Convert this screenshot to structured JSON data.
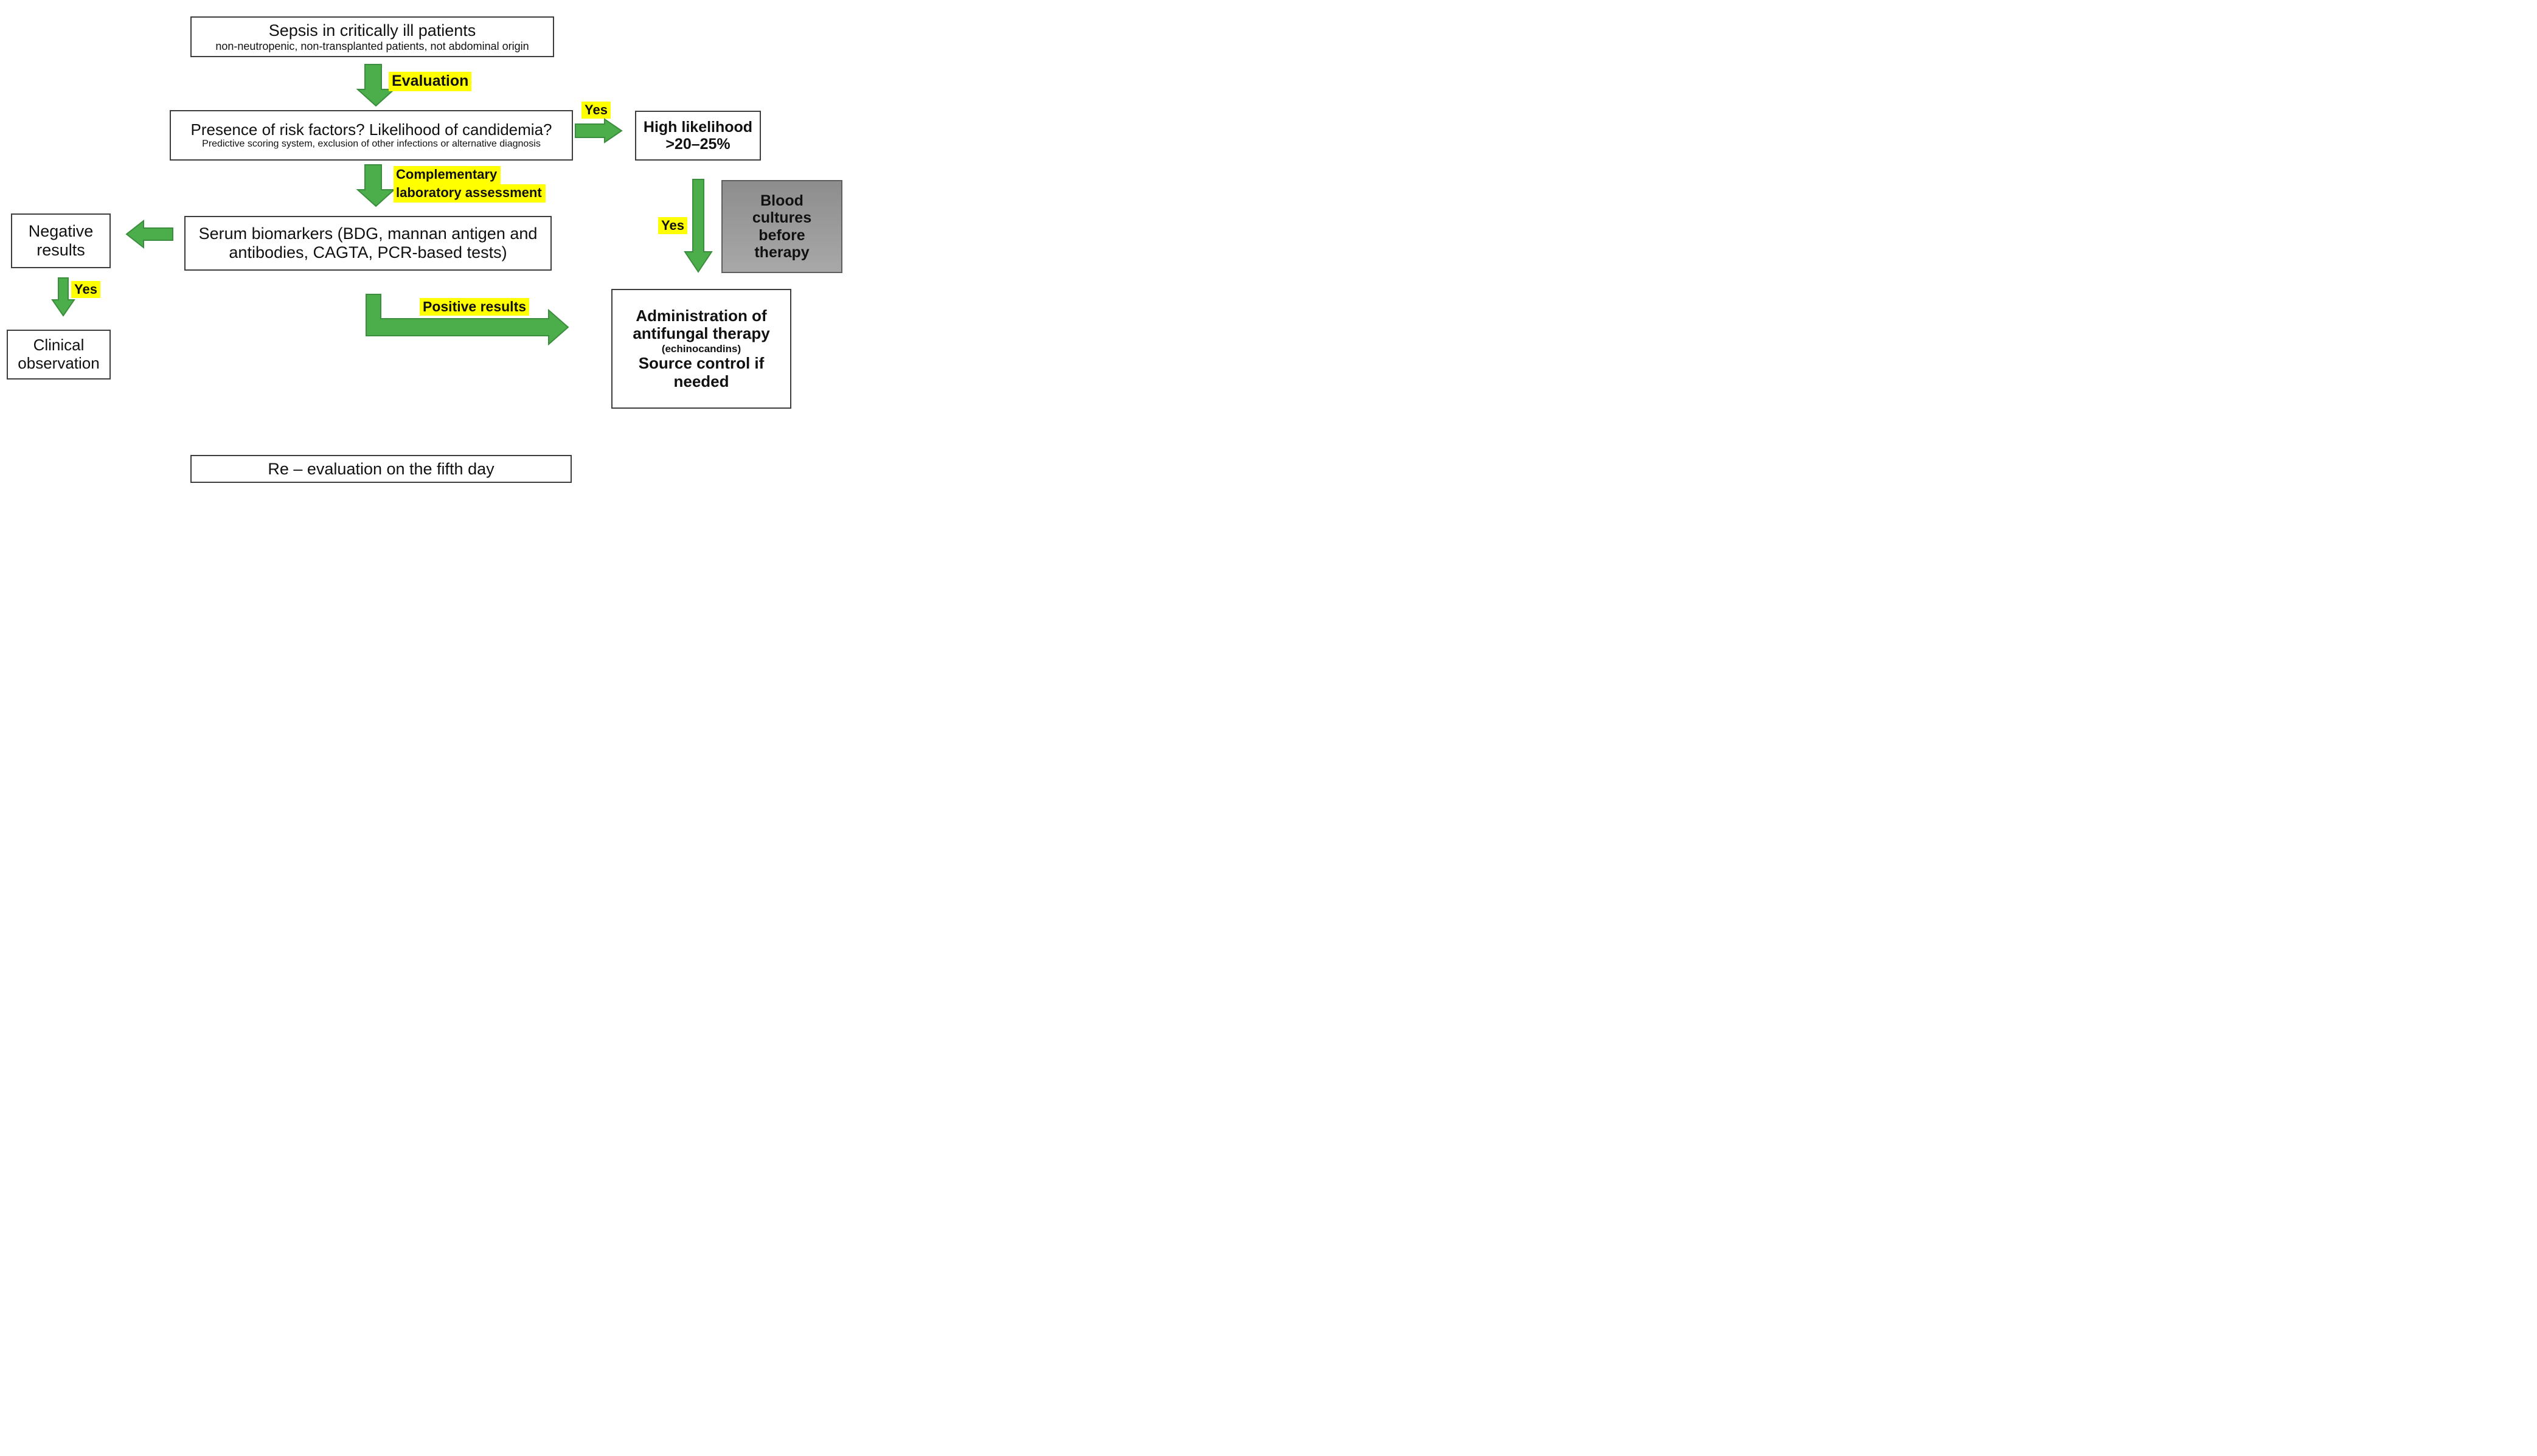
{
  "figure": {
    "colors": {
      "arrow_green": "#4cae4a",
      "arrow_green_border": "#3a8e3d",
      "highlight_yellow": "#ffff00",
      "box_border": "#3d3d3d",
      "gray_box_fill": "#9a9a9a",
      "text": "#111111"
    },
    "nodes": {
      "sepsis": {
        "title": "Sepsis in critically ill patients",
        "subtitle": "non-neutropenic, non-transplanted patients, not abdominal origin"
      },
      "risk": {
        "title": "Presence of risk factors? Likelihood of candidemia?",
        "subtitle": "Predictive scoring system, exclusion of other infections or alternative diagnosis"
      },
      "high_likelihood": {
        "title": "High likelihood",
        "value": ">20–25%"
      },
      "serum_biomarkers": {
        "title": "Serum biomarkers (BDG, mannan antigen and antibodies, CAGTA, PCR-based tests)"
      },
      "negative_results": {
        "title": "Negative results"
      },
      "clinical_observation": {
        "title": "Clinical observation"
      },
      "blood_cultures": {
        "title": "Blood cultures before therapy"
      },
      "administration": {
        "title": "Administration of antifungal therapy",
        "detail": "(echinocandins)",
        "subtitle": "Source control if needed"
      },
      "reevaluation": {
        "title": "Re – evaluation on the fifth day"
      }
    },
    "labels": {
      "evaluation": "Evaluation",
      "complementary_line1": "Complementary",
      "complementary_line2": "laboratory assessment",
      "positive_results": "Positive results",
      "yes_high": "Yes",
      "yes_blood": "Yes",
      "yes_negative": "Yes"
    }
  }
}
